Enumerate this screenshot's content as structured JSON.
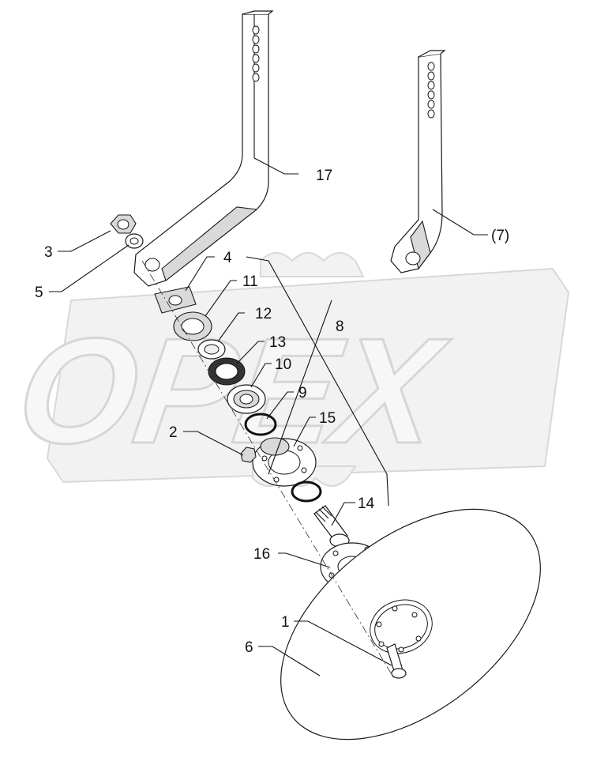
{
  "watermark": {
    "text": "OPEX"
  },
  "callouts": {
    "p1": "1",
    "p2": "2",
    "p3": "3",
    "p4": "4",
    "p5": "5",
    "p6": "6",
    "p7": "(7)",
    "p8": "8",
    "p9": "9",
    "p10": "10",
    "p11": "11",
    "p12": "12",
    "p13": "13",
    "p14": "14",
    "p15": "15",
    "p16": "16",
    "p17": "17"
  }
}
